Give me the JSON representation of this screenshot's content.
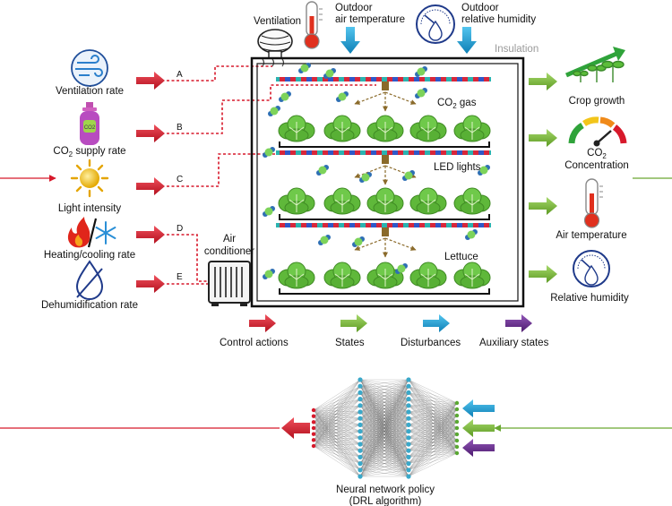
{
  "inputs": [
    {
      "label": "Ventilation rate",
      "letter": "A",
      "icon": "wind-icon"
    },
    {
      "label": "CO",
      "sub": "2",
      "tail": " supply rate",
      "letter": "B",
      "icon": "gas-cylinder-icon"
    },
    {
      "label": "Light intensity",
      "letter": "C",
      "icon": "sun-icon"
    },
    {
      "label": "Heating/cooling rate",
      "letter": "D",
      "icon": "fire-snowflake-icon"
    },
    {
      "label": "Dehumidification rate",
      "letter": "E",
      "icon": "droplet-slash-icon"
    }
  ],
  "top": {
    "ventilation": "Ventilation",
    "outdoor_temp_1": "Outdoor",
    "outdoor_temp_2": "air temperature",
    "outdoor_hum_1": "Outdoor",
    "outdoor_hum_2": "relative humidity",
    "insulation": "Insulation"
  },
  "box": {
    "co2_gas": "CO",
    "co2_gas_sub": "2",
    "co2_gas_tail": " gas",
    "led_lights": "LED lights",
    "lettuce": "Lettuce",
    "air_conditioner_1": "Air",
    "air_conditioner_2": "conditioner"
  },
  "outputs": [
    {
      "label": "Crop growth",
      "icon": "seedling-growth-icon"
    },
    {
      "label": "CO",
      "sub": "2",
      "label2": "Concentration",
      "icon": "gauge-icon"
    },
    {
      "label": "Air temperature",
      "icon": "thermometer-icon"
    },
    {
      "label": "Relative humidity",
      "icon": "hygrometer-icon"
    }
  ],
  "legend": [
    {
      "label": "Control actions",
      "color": "#d7192b"
    },
    {
      "label": "States",
      "color": "#7db43a"
    },
    {
      "label": "Disturbances",
      "color": "#1aa3d9"
    },
    {
      "label": "Auxiliary states",
      "color": "#6b2c91"
    }
  ],
  "network": {
    "label_1": "Neural network policy",
    "label_2": "(DRL algorithm)"
  },
  "colors": {
    "control": "#d7192b",
    "state": "#7db43a",
    "disturbance": "#1aa3d9",
    "auxiliary": "#6b2c91",
    "lettuce": "#5fb83a",
    "node": "#3aa8c9"
  }
}
